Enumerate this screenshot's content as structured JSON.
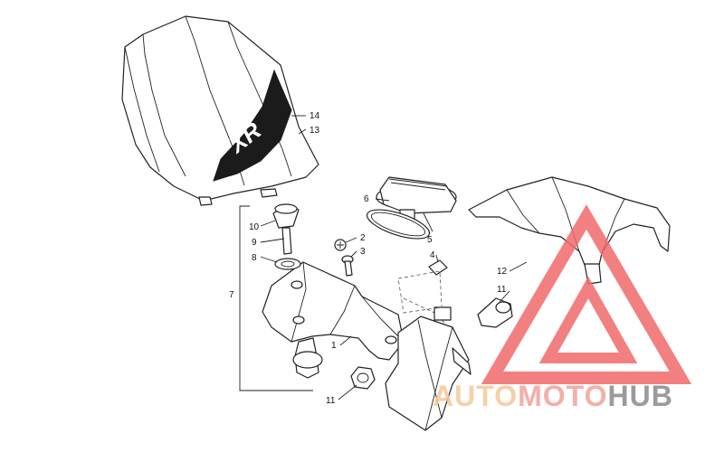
{
  "callouts": [
    {
      "id": "c14",
      "label": "14"
    },
    {
      "id": "c13",
      "label": "13"
    },
    {
      "id": "c6",
      "label": "6"
    },
    {
      "id": "c5",
      "label": "5"
    },
    {
      "id": "c10",
      "label": "10"
    },
    {
      "id": "c9",
      "label": "9"
    },
    {
      "id": "c2",
      "label": "2"
    },
    {
      "id": "c3",
      "label": "3"
    },
    {
      "id": "c4",
      "label": "4"
    },
    {
      "id": "c8",
      "label": "8"
    },
    {
      "id": "c7",
      "label": "7"
    },
    {
      "id": "c1",
      "label": "1"
    },
    {
      "id": "c11a",
      "label": "11"
    },
    {
      "id": "c11b",
      "label": "11"
    },
    {
      "id": "c12",
      "label": "12"
    }
  ],
  "decal_text": "XR",
  "watermark": {
    "part1": "AUTO",
    "part2": "MOTO",
    "part3": "HUB",
    "color_auto": "#f5c89a",
    "color_moto": "#f2a29a",
    "color_hub": "#8a8a8a",
    "triangle_color": "#f26b6b"
  }
}
